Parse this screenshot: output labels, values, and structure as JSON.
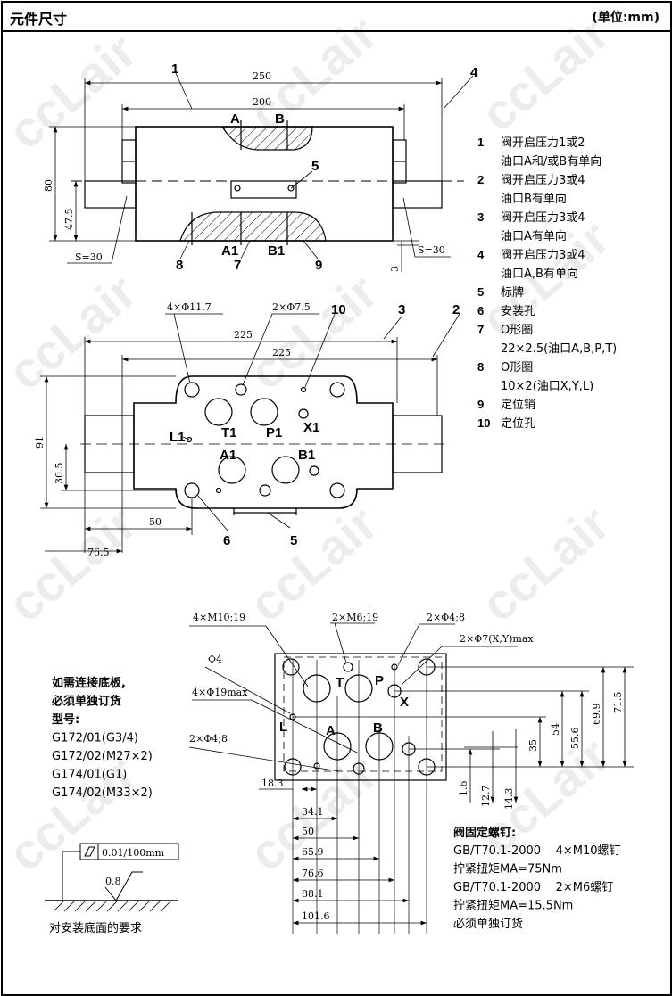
{
  "header": {
    "title": "元件尺寸",
    "unit": "(单位:mm)"
  },
  "watermark": "ccLair",
  "side_view": {
    "dims": {
      "d250": "250",
      "d200": "200",
      "d80": "80",
      "d47_5": "47.5",
      "d3": "3",
      "s_left": "S=30",
      "s_right": "S=30"
    },
    "ports": {
      "a": "A",
      "b": "B",
      "a1": "A1",
      "b1": "B1"
    },
    "callouts": {
      "c1": "1",
      "c4": "4",
      "c5": "5",
      "c7": "7",
      "c8": "8",
      "c9": "9"
    }
  },
  "legend": [
    {
      "num": "1",
      "lines": [
        "阀开启压力1或2",
        "油口A和/或B有单向"
      ]
    },
    {
      "num": "2",
      "lines": [
        "阀开启压力3或4",
        "油口B有单向"
      ]
    },
    {
      "num": "3",
      "lines": [
        "阀开启压力3或4",
        "油口A有单向"
      ]
    },
    {
      "num": "4",
      "lines": [
        "阀开启压力3或4",
        "油口A,B有单向"
      ]
    },
    {
      "num": "5",
      "lines": [
        "标牌"
      ]
    },
    {
      "num": "6",
      "lines": [
        "安装孔"
      ]
    },
    {
      "num": "7",
      "lines": [
        "O形圈",
        "22×2.5(油口A,B,P,T)"
      ]
    },
    {
      "num": "8",
      "lines": [
        "O形圈",
        "10×2(油口X,Y,L)"
      ]
    },
    {
      "num": "9",
      "lines": [
        "定位销"
      ]
    },
    {
      "num": "10",
      "lines": [
        "定位孔"
      ]
    }
  ],
  "top_view": {
    "dims": {
      "h4": "4×Φ11.7",
      "h2": "2×Φ7.5",
      "d225a": "225",
      "d225b": "225",
      "d91": "91",
      "d30_5": "30.5",
      "d50": "50",
      "d76_5": "76.5"
    },
    "ports": {
      "l1": "L1",
      "t1": "T1",
      "p1": "P1",
      "x1": "X1",
      "a1": "A1",
      "b1": "B1"
    },
    "callouts": {
      "c10": "10",
      "c3": "3",
      "c2": "2",
      "c6": "6",
      "c5": "5"
    }
  },
  "subplate_note": {
    "lines": [
      "如需连接底板,",
      "必须单独订货",
      "型号:",
      "G172/01(G3/4)",
      "G172/02(M27×2)",
      "G174/01(G1)",
      "G174/02(M33×2)"
    ]
  },
  "surface_req": {
    "flatness": "0.01/100mm",
    "roughness": "0.8",
    "caption": "对安装底面的要求"
  },
  "pattern": {
    "labels": {
      "m10": "4×M10;19",
      "m6": "2×M6;19",
      "phi4_8_top": "2×Φ4;8",
      "phi7": "2×Φ7(X,Y)max",
      "phi4": "Φ4",
      "phi19": "4×Φ19max",
      "phi4_8_bot": "2×Φ4;8"
    },
    "ports": {
      "t": "T",
      "p": "P",
      "x": "X",
      "l": "L",
      "a": "A",
      "b": "B"
    },
    "vertical_dims": [
      "1.6",
      "12.7",
      "14.3",
      "35",
      "54",
      "55.6",
      "69.9",
      "71.5"
    ],
    "horizontal_dims": [
      "18.3",
      "34.1",
      "50",
      "65.9",
      "76.6",
      "88.1",
      "101.6"
    ]
  },
  "screws": {
    "title": "阀固定螺钉:",
    "lines": [
      "GB/T70.1-2000    4×M10螺钉",
      "拧紧扭矩MA=75Nm",
      "GB/T70.1-2000    2×M6螺钉",
      "拧紧扭矩MA=15.5Nm",
      "必须单独订货"
    ]
  }
}
